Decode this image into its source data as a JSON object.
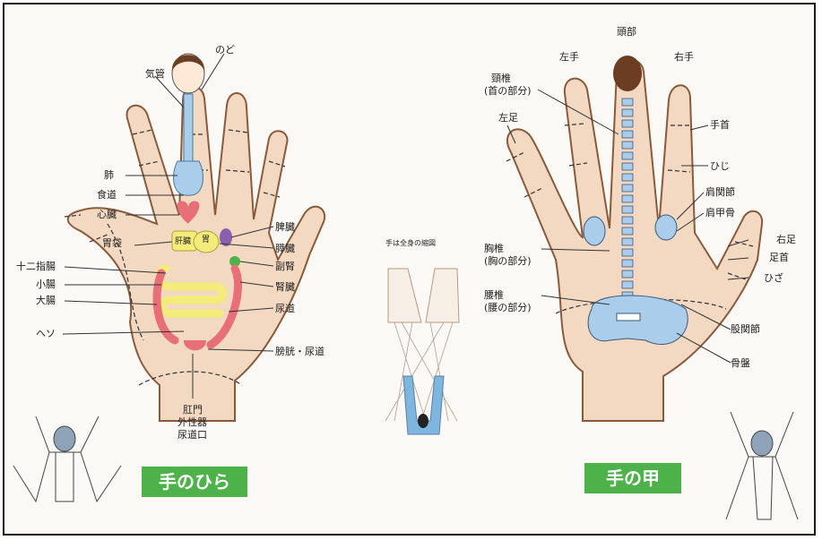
{
  "left_panel": {
    "title": "手のひら",
    "labels": {
      "throat": "のど",
      "trachea": "気管",
      "lung": "肺",
      "esophagus": "食道",
      "heart": "心臓",
      "stomach_upper": "胃袋",
      "duodenum": "十二指腸",
      "small_intestine": "小腸",
      "large_intestine": "大腸",
      "navel": "ヘソ",
      "liver": "肝臓",
      "stomach": "胃",
      "spleen": "脾臓",
      "pancreas": "膵臓",
      "adrenal": "副腎",
      "kidney": "腎臓",
      "ureter": "尿道",
      "bladder": "膀胱・尿道",
      "anus_line1": "肛門",
      "anus_line2": "外性器",
      "anus_line3": "尿道口"
    }
  },
  "center_panel": {
    "caption": "手は全身の縮図"
  },
  "right_panel": {
    "title": "手の甲",
    "labels": {
      "head": "頭部",
      "left_hand": "左手",
      "right_hand": "右手",
      "cervical_1": "頸椎",
      "cervical_2": "(首の部分)",
      "left_foot": "左足",
      "wrist": "手首",
      "elbow": "ひじ",
      "shoulder_joint": "肩関節",
      "scapula": "肩甲骨",
      "right_foot": "右足",
      "ankle": "足首",
      "knee": "ひざ",
      "thoracic_1": "胸椎",
      "thoracic_2": "(胸の部分)",
      "lumbar_1": "腰椎",
      "lumbar_2": "(腰の部分)",
      "hip_joint": "股関節",
      "pelvis": "骨盤"
    }
  },
  "colors": {
    "skin": "#f3d9c1",
    "outline": "#8a5a3a",
    "blue": "#a9cdea",
    "red": "#e86e78",
    "yellow": "#f3ec7a",
    "green": "#4db24a",
    "purple": "#8b5fb0"
  }
}
